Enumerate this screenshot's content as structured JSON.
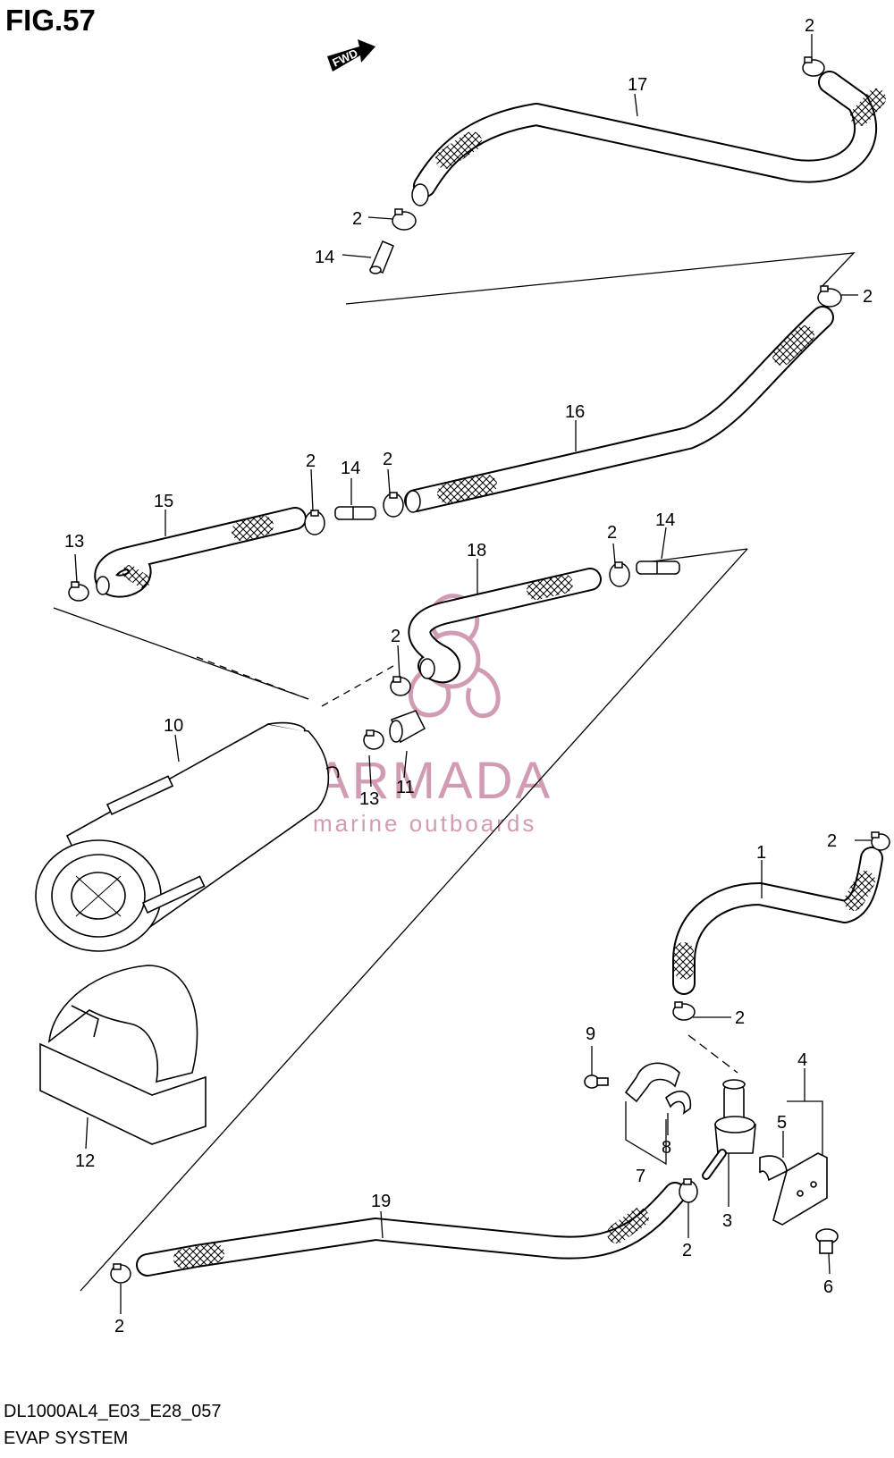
{
  "figure": {
    "title": "FIG.57",
    "drawing_code": "DL1000AL4_E03_E28_057",
    "system_name": "EVAP SYSTEM",
    "fwd_label": "FWD"
  },
  "watermark": {
    "brand": "ARMADA",
    "tagline": "marine outboards",
    "color": "#c98aa8"
  },
  "callouts": {
    "c1": "1",
    "c2": "2",
    "c3": "3",
    "c4": "4",
    "c5": "5",
    "c6": "6",
    "c7": "7",
    "c8": "8",
    "c9": "9",
    "c10": "10",
    "c11": "11",
    "c12": "12",
    "c13": "13",
    "c14": "14",
    "c15": "15",
    "c16": "16",
    "c17": "17",
    "c18": "18",
    "c19": "19"
  }
}
